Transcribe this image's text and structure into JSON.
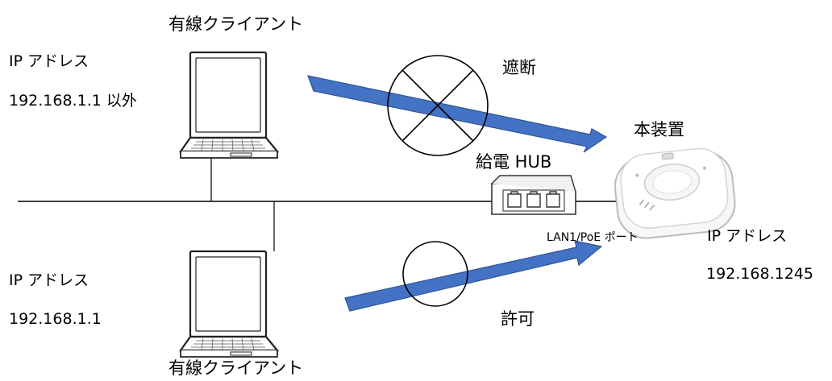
{
  "top_client": {
    "title": "有線クライアント",
    "ip_label": "IP アドレス",
    "ip_value": "192.168.1.1 以外"
  },
  "bottom_client": {
    "title": "有線クライアント",
    "ip_label": "IP アドレス",
    "ip_value": "192.168.1.1"
  },
  "hub": {
    "label": "給電 HUB"
  },
  "device": {
    "title": "本装置",
    "port_label": "LAN1/PoE ポート",
    "ip_label": "IP アドレス",
    "ip_value": "192.168.1245"
  },
  "blocked": {
    "label": "遮断"
  },
  "allowed": {
    "label": "許可"
  },
  "colors": {
    "arrow_fill": "#4472c4",
    "arrow_stroke": "#2f5597",
    "line": "#000000"
  }
}
